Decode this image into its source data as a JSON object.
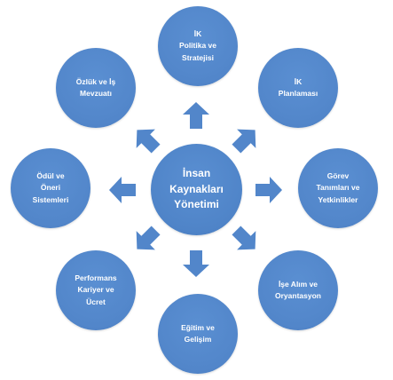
{
  "diagram": {
    "center": {
      "label": "İnsan\nKaynakları\nYönetimi"
    },
    "nodes": {
      "top": {
        "label": "İK\nPolitika ve\nStratejisi"
      },
      "top_right": {
        "label": "İK\nPlanlaması"
      },
      "right": {
        "label": "Görev\nTanımları ve\nYetkinlikler"
      },
      "bottom_right": {
        "label": "İşe Alım ve\nOryantasyon"
      },
      "bottom": {
        "label": "Eğitim ve\nGelişim"
      },
      "bottom_left": {
        "label": "Performans\nKariyer ve\nÜcret"
      },
      "left": {
        "label": "Ödül ve\nÖneri\nSistemleri"
      },
      "top_left": {
        "label": "Özlük ve  İş\nMevzuatı"
      }
    },
    "colors": {
      "circle": "#5286ca",
      "arrow": "#5286ca",
      "text": "#ffffff"
    }
  }
}
